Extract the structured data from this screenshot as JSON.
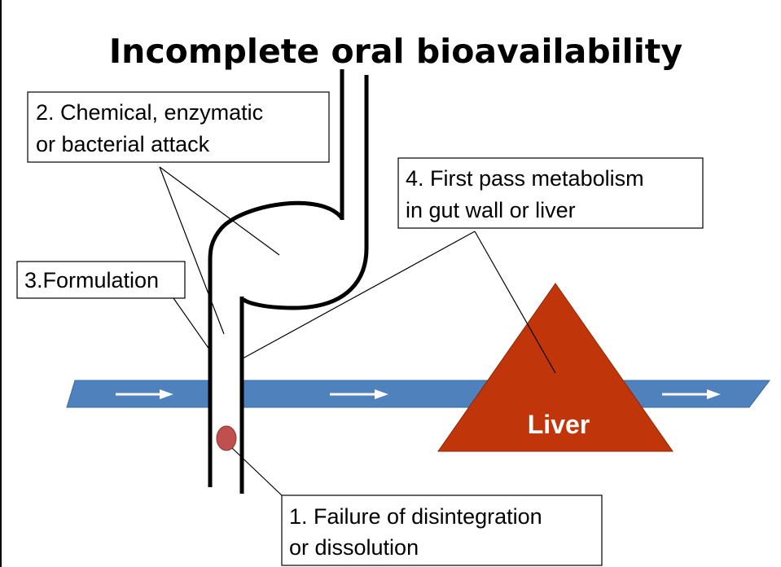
{
  "title": "Incomplete oral bioavailability",
  "labels": {
    "chemical": {
      "line1": "2.  Chemical, enzymatic",
      "line2": "or bacterial attack"
    },
    "formulation": {
      "line1": "3.Formulation"
    },
    "first_pass": {
      "line1": "4.  First pass metabolism",
      "line2": "in gut wall or liver"
    },
    "failure": {
      "line1": "1. Failure of disintegration",
      "line2": "or dissolution"
    },
    "liver": "Liver"
  },
  "colors": {
    "blood_flow": "#4f81bd",
    "liver": "#c0350a",
    "pill": "#c0504d",
    "arrow": "#ffffff"
  }
}
